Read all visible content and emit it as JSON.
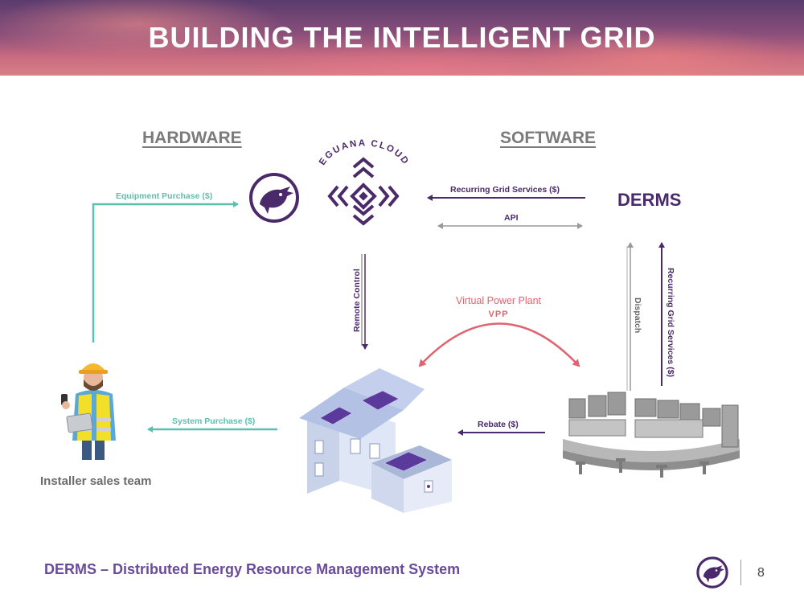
{
  "title": "BUILDING THE INTELLIGENT GRID",
  "sections": {
    "hardware": "HARDWARE",
    "software": "SOFTWARE"
  },
  "cloud_label": "EGUANA CLOUD",
  "derms_label": "DERMS",
  "flows": {
    "equipment_purchase": "Equipment Purchase ($)",
    "recurring_grid_services_top": "Recurring Grid Services ($)",
    "api": "API",
    "remote_control": "Remote Control",
    "dispatch": "Dispatch",
    "recurring_grid_services_vertical": "Recurring Grid Services ($)",
    "system_purchase": "System Purchase ($)",
    "rebate": "Rebate ($)"
  },
  "vpp": {
    "title": "Virtual Power Plant",
    "abbr": "VPP"
  },
  "installer_caption": "Installer sales team",
  "footer": "DERMS – Distributed Energy Resource Management System",
  "page_number": "8",
  "colors": {
    "teal": "#5cc0b0",
    "purple": "#4a2a6a",
    "coral": "#e06470",
    "gray": "#9a9a9a"
  },
  "icons": [
    "eguana-logo-icon",
    "eguana-cloud-icon",
    "installer-worker-icon",
    "house-solar-icon",
    "control-room-icon"
  ]
}
